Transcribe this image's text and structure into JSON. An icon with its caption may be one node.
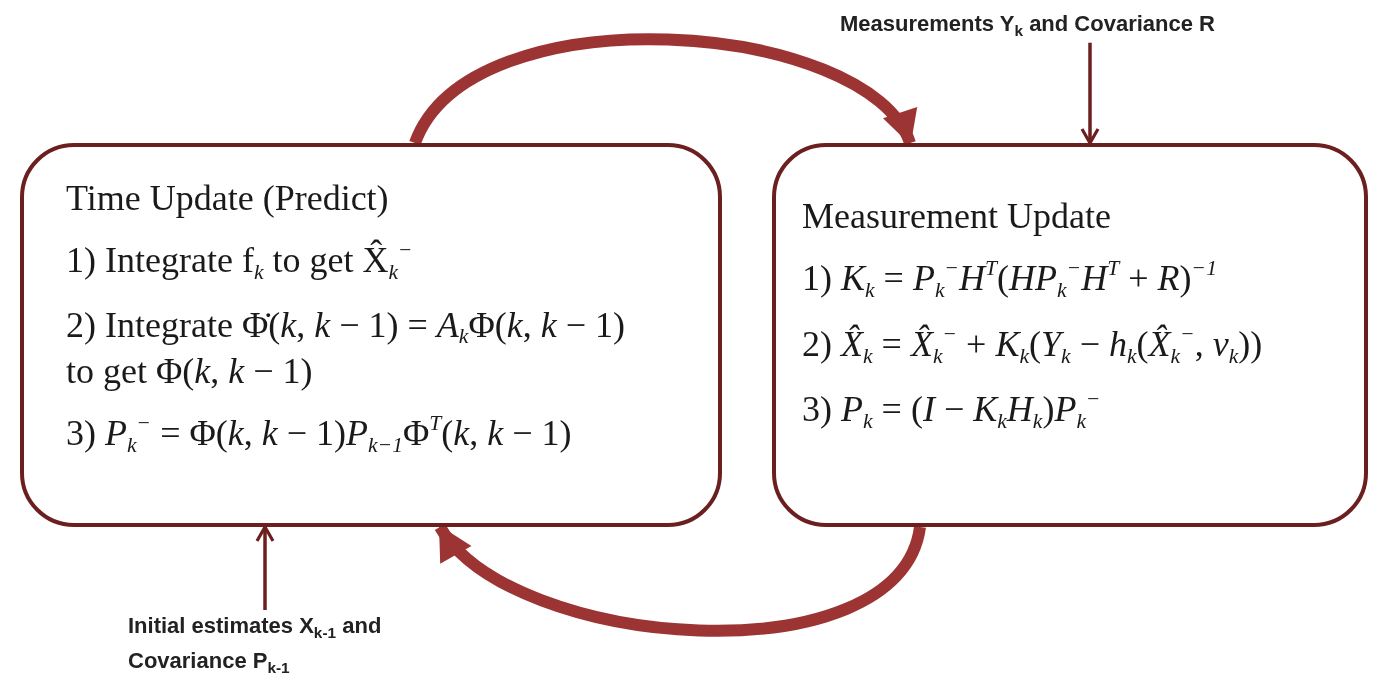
{
  "diagram": {
    "nodes": [
      {
        "text": [
          "Time Update (Predict)",
          "1) Integrate f$_{k}$ to get X̂$_{k}$$^{−}$",
          "2) Integrate Φ̇(*k*, *k* − 1) = *A*$_{k}$Φ(*k*, *k* − 1) to get Φ(*k*, *k* − 1)",
          "3) *P*$_{k}$$^{−}$ = Φ(*k*, *k* − 1)*P*$_{k−1}$Φ$^{T}$(*k*, *k* − 1)"
        ]
      },
      {
        "text": [
          "Measurement Update",
          "1) *K*$_{k}$ = *P*$_{k}$$^{−}$*H*$^{T}$(*HP*$_{k}$$^{−}$*H*$^{T}$ + *R*)$^{−1}$",
          "2) *X̂*$_{k}$ = *X̂*$_{k}$$^{−}$ + *K*$_{k}$(*Y*$_{k}$ − *h*$_{k}$(*X̂*$_{k}$$^{−}$, *v*$_{k}$))",
          "3) *P*$_{k}$ = (*I* − *K*$_{k}$*H*$_{k}$)*P*$_{k}$$^{−}$"
        ]
      },
      {
        "text": [
          "Measurements Y$_{k}$ and Covariance R"
        ]
      },
      {
        "text": [
          "Initial estimates X$_{k-1}$ and Covariance P$_{k-1}$"
        ]
      }
    ],
    "edges": [
      {
        "from": 0,
        "to": 1,
        "arrow": "to",
        "style": "thick",
        "color": "#9c3434"
      },
      {
        "from": 1,
        "to": 0,
        "arrow": "to",
        "style": "thick",
        "color": "#9c3434"
      },
      {
        "from": 2,
        "to": 1,
        "arrow": "to",
        "color": "#6b1f1f"
      },
      {
        "from": 3,
        "to": 0,
        "arrow": "to",
        "color": "#6b1f1f"
      }
    ]
  }
}
